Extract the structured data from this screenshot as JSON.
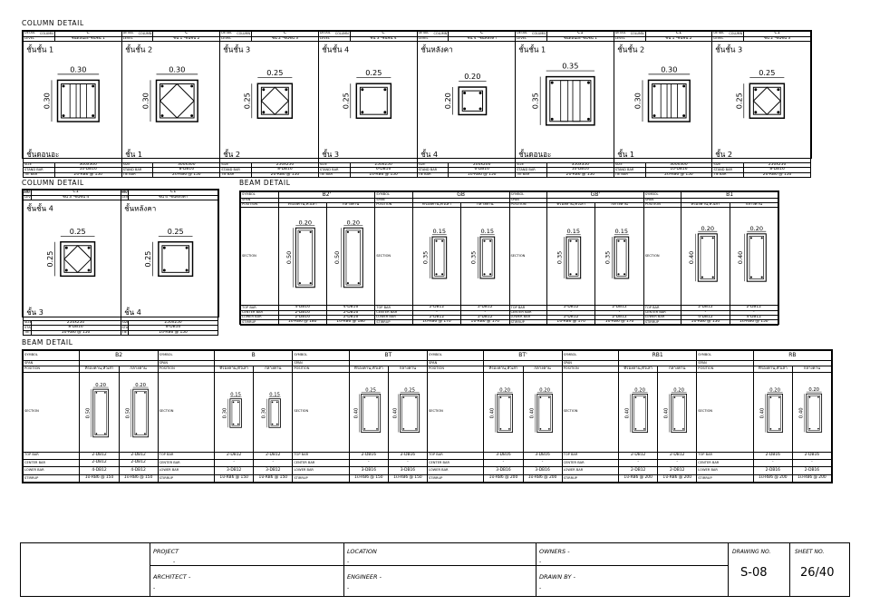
{
  "column_detail_title": "COLUMN DETAIL",
  "beam_detail_title": "BEAM DETAIL",
  "col_labels": {
    "column": "COLUMN",
    "detail": "DETAIL",
    "level": "LEVEL",
    "size": "SIZE",
    "stand": "STAND BAR",
    "tie": "TIE BAR"
  },
  "columns_top": [
    {
      "name": "C",
      "level": "ชั้นดอนอะ-ชั้นชั้น 1",
      "top": "ชั้นชั้น 1",
      "bottom": "ชั้นดอนอะ",
      "dim_w": "0.30",
      "dim_h": "0.30",
      "size": "300x300",
      "stand": "10-DB16",
      "tie": "2ป-RB6 @ 150",
      "style": "rect"
    },
    {
      "name": "C",
      "level": "ชั้น 1 -ชั้นชั้น 2",
      "top": "ชั้นชั้น 2",
      "bottom": "ชั้น 1",
      "dim_w": "0.30",
      "dim_h": "0.30",
      "size": "300x300",
      "stand": "8-DB16",
      "tie": "2ป-RB6 @ 150",
      "style": "diamond"
    },
    {
      "name": "C",
      "level": "ชั้น 2 -ชั้นชั้น 3",
      "top": "ชั้นชั้น 3",
      "bottom": "ชั้น 2",
      "dim_w": "0.25",
      "dim_h": "0.25",
      "size": "250x250",
      "stand": "8-DB16",
      "tie": "2ป-RB6 @ 150",
      "style": "diamond"
    },
    {
      "name": "C",
      "level": "ชั้น 3 -ชั้นชั้น 4",
      "top": "ชั้นชั้น 4",
      "bottom": "ชั้น 3",
      "dim_w": "0.25",
      "dim_h": "0.25",
      "size": "250x250",
      "stand": "6-DB16",
      "tie": "1ป-RB6 @ 150",
      "style": "square"
    },
    {
      "name": "C",
      "level": "ชั้น 4 -ชั้นหลังคา",
      "top": "ชั้นหลังคา",
      "bottom": "ชั้น 4",
      "dim_w": "0.20",
      "dim_h": "0.20",
      "size": "200x200",
      "stand": "6-DB16",
      "tie": "1ป-RB6 @ 150",
      "style": "square"
    },
    {
      "name": "C1",
      "level": "ชั้นดอนอะ-ชั้นชั้น 1",
      "top": "ชั้นชั้น 1",
      "bottom": "ชั้นดอนอะ",
      "dim_w": "0.35",
      "dim_h": "0.35",
      "size": "350x350",
      "stand": "10-DB16",
      "tie": "2ป-RB6 @ 150",
      "style": "rect"
    },
    {
      "name": "C1",
      "level": "ชั้น 1 -ชั้นชั้น 2",
      "top": "ชั้นชั้น 2",
      "bottom": "ชั้น 1",
      "dim_w": "0.30",
      "dim_h": "0.30",
      "size": "300x300",
      "stand": "10-DB16",
      "tie": "2ป-RB6 @ 150",
      "style": "rect"
    },
    {
      "name": "C1",
      "level": "ชั้น 2 -ชั้นชั้น 3",
      "top": "ชั้นชั้น 3",
      "bottom": "ชั้น 2",
      "dim_w": "0.25",
      "dim_h": "0.25",
      "size": "250x250",
      "stand": "8-DB16",
      "tie": "2ป-RB6 @ 150",
      "style": "diamond"
    }
  ],
  "columns_mid": [
    {
      "name": "C1",
      "level": "ชั้น 3 -ชั้นชั้น 4",
      "top": "ชั้นชั้น 4",
      "bottom": "ชั้น 3",
      "dim_w": "0.25",
      "dim_h": "0.25",
      "size": "250x250",
      "stand": "8-DB16",
      "tie": "1ป-RB6 @ 150",
      "style": "diamond"
    },
    {
      "name": "C1",
      "level": "ชั้น 4 -ชั้นหลังคา",
      "top": "ชั้นหลังคา",
      "bottom": "ชั้น 4",
      "dim_w": "0.25",
      "dim_h": "0.25",
      "size": "250x250",
      "stand": "8-DB16",
      "tie": "1ป-RB6 @ 150",
      "style": "square"
    }
  ],
  "beam_labels": {
    "symbol": "SYMBOL",
    "span": "SPAN",
    "position": "POSITION",
    "section": "SECTION",
    "top": "TOP BAR",
    "center": "CENTER BAR",
    "lower": "LOWER BAR",
    "stirrup": "STIRRUP",
    "support": "ที่รองคาน,หัวเสา",
    "mid": "กลางคาน"
  },
  "beams_top": [
    {
      "name": "B2'",
      "w": "0.20",
      "h": "0.50",
      "s": {
        "top": "4-DB16",
        "center": "2-DB16",
        "lower": "2-DB16",
        "stirrup": "1ป-RB6 @ 180"
      },
      "m": {
        "top": "4-DB16",
        "center": "2-DB16",
        "lower": "2-DB16",
        "stirrup": "1ป-RB6 @ 180"
      }
    },
    {
      "name": "GB",
      "w": "0.15",
      "h": "0.35",
      "s": {
        "top": "2-DB12",
        "center": "-",
        "lower": "2-DB12",
        "stirrup": "1ป-RB6 @ 170"
      },
      "m": {
        "top": "2-DB12",
        "center": "-",
        "lower": "2-DB12",
        "stirrup": "1ป-RB6 @ 170"
      }
    },
    {
      "name": "GB'",
      "w": "0.15",
      "h": "0.35",
      "s": {
        "top": "2-DB12",
        "center": "-",
        "lower": "2-DB12",
        "stirrup": "1ป-RB6 @ 170"
      },
      "m": {
        "top": "2-DB12",
        "center": "-",
        "lower": "2-DB12",
        "stirrup": "1ป-RB6 @ 170"
      }
    },
    {
      "name": "B1",
      "w": "0.20",
      "h": "0.40",
      "s": {
        "top": "2-DB12",
        "center": "-",
        "lower": "4-DB12",
        "stirrup": "1ป-RB6 @ 150"
      },
      "m": {
        "top": "2-DB12",
        "center": "-",
        "lower": "4-DB12",
        "stirrup": "1ป-RB6 @ 150"
      }
    }
  ],
  "beams_bottom": [
    {
      "name": "B2",
      "w": "0.20",
      "h": "0.50",
      "s": {
        "top": "2-DB12",
        "center": "2-DB12",
        "lower": "4-DB12",
        "stirrup": "1ป-RB6 @ 150"
      },
      "m": {
        "top": "2-DB12",
        "center": "2-DB12",
        "lower": "4-DB12",
        "stirrup": "1ป-RB6 @ 150"
      }
    },
    {
      "name": "B",
      "w": "0.15",
      "h": "0.30",
      "s": {
        "top": "2-DB12",
        "center": "-",
        "lower": "3-DB12",
        "stirrup": "1ป-RB6 @ 150"
      },
      "m": {
        "top": "2-DB12",
        "center": "-",
        "lower": "3-DB12",
        "stirrup": "1ป-RB6 @ 150"
      }
    },
    {
      "name": "BT",
      "w": "0.25",
      "h": "0.40",
      "s": {
        "top": "2-DB16",
        "center": "-",
        "lower": "3-DB16",
        "stirrup": "1ป-RB6 @ 150"
      },
      "m": {
        "top": "2-DB16",
        "center": "-",
        "lower": "3-DB16",
        "stirrup": "1ป-RB6 @ 150"
      }
    },
    {
      "name": "BT'",
      "w": "0.20",
      "h": "0.40",
      "s": {
        "top": "3-DB16",
        "center": "-",
        "lower": "3-DB16",
        "stirrup": "1ป-RB6 @ 200"
      },
      "m": {
        "top": "3-DB16",
        "center": "-",
        "lower": "3-DB16",
        "stirrup": "1ป-RB6 @ 200"
      }
    },
    {
      "name": "RB1",
      "w": "0.20",
      "h": "0.40",
      "s": {
        "top": "2-DB12",
        "center": "-",
        "lower": "2-DB12",
        "stirrup": "1ป-RB6 @ 200"
      },
      "m": {
        "top": "2-DB12",
        "center": "-",
        "lower": "2-DB12",
        "stirrup": "1ป-RB6 @ 200"
      }
    },
    {
      "name": "RB",
      "w": "0.20",
      "h": "0.40",
      "s": {
        "top": "2-DB16",
        "center": "-",
        "lower": "2-DB16",
        "stirrup": "1ป-RB6 @ 200"
      },
      "m": {
        "top": "2-DB16",
        "center": "-",
        "lower": "2-DB16",
        "stirrup": "1ป-RB6 @ 200"
      }
    }
  ],
  "title_block": {
    "project_label": "PROJECT",
    "project_value": "-",
    "architect_label": "ARCHITECT -",
    "architect_value": "-",
    "location_label": "LOCATION",
    "location_value": "-",
    "engineer_label": "ENGINEER -",
    "engineer_value": "-",
    "owners_label": "OWNERS -",
    "owners_value": "-",
    "drawn_label": "DRAWN BY -",
    "drawn_value": "-",
    "drawing_no_label": "DRAWING NO.",
    "drawing_no": "S-08",
    "sheet_no_label": "SHEET NO.",
    "sheet_no": "26/40"
  }
}
